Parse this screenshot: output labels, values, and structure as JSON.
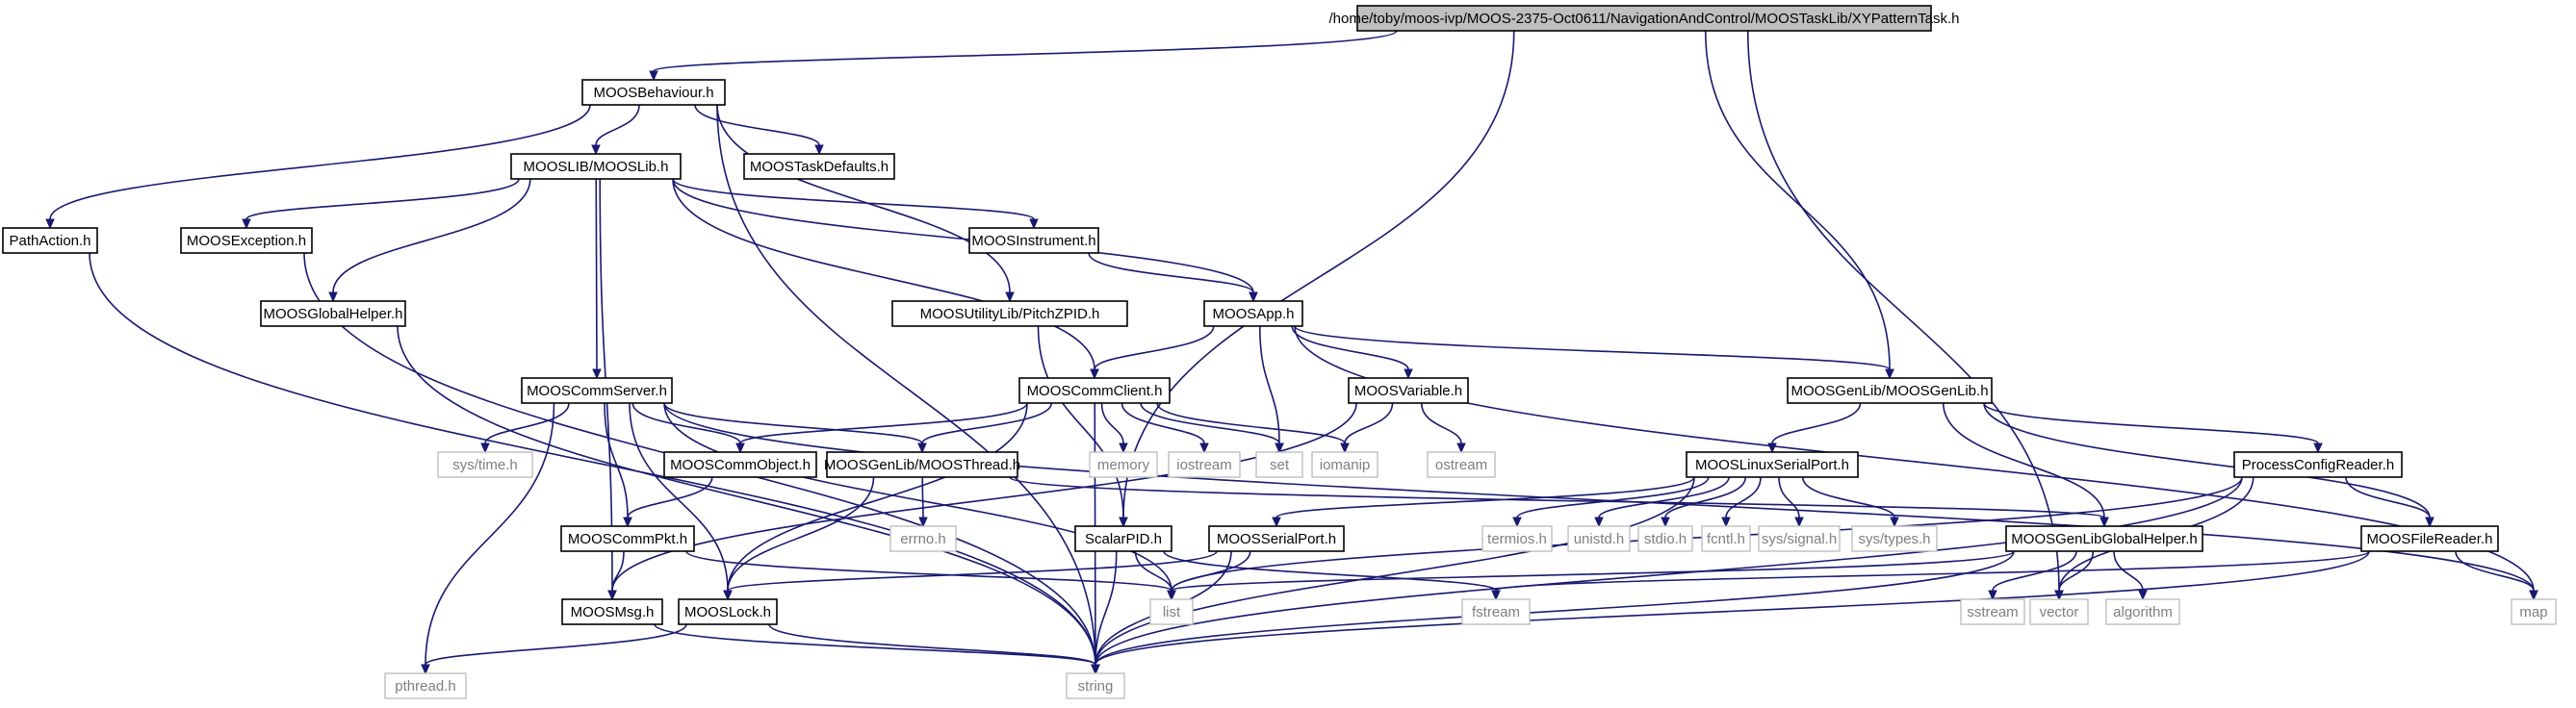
{
  "nodes": [
    {
      "id": "root",
      "label": "/home/toby/moos-ivp/MOOS-2375-Oct0611/NavigationAndControl/MOOSTaskLib/XYPatternTask.h",
      "kind": "root"
    },
    {
      "id": "MOOSBehaviour",
      "label": "MOOSBehaviour.h",
      "kind": "local"
    },
    {
      "id": "MOOSLib",
      "label": "MOOSLIB/MOOSLib.h",
      "kind": "local"
    },
    {
      "id": "MOOSTaskDefaults",
      "label": "MOOSTaskDefaults.h",
      "kind": "local"
    },
    {
      "id": "PathAction",
      "label": "PathAction.h",
      "kind": "local"
    },
    {
      "id": "MOOSException",
      "label": "MOOSException.h",
      "kind": "local"
    },
    {
      "id": "MOOSGlobalHelper",
      "label": "MOOSGlobalHelper.h",
      "kind": "local"
    },
    {
      "id": "MOOSInstrument",
      "label": "MOOSInstrument.h",
      "kind": "local"
    },
    {
      "id": "PitchZPID",
      "label": "MOOSUtilityLib/PitchZPID.h",
      "kind": "local"
    },
    {
      "id": "MOOSApp",
      "label": "MOOSApp.h",
      "kind": "local"
    },
    {
      "id": "MOOSCommServer",
      "label": "MOOSCommServer.h",
      "kind": "local"
    },
    {
      "id": "MOOSCommClient",
      "label": "MOOSCommClient.h",
      "kind": "local"
    },
    {
      "id": "MOOSVariable",
      "label": "MOOSVariable.h",
      "kind": "local"
    },
    {
      "id": "MOOSGenLib",
      "label": "MOOSGenLib/MOOSGenLib.h",
      "kind": "local"
    },
    {
      "id": "systime",
      "label": "sys/time.h",
      "kind": "system"
    },
    {
      "id": "MOOSCommObject",
      "label": "MOOSCommObject.h",
      "kind": "local"
    },
    {
      "id": "MOOSThread",
      "label": "MOOSGenLib/MOOSThread.h",
      "kind": "local"
    },
    {
      "id": "memory",
      "label": "memory",
      "kind": "system"
    },
    {
      "id": "iostream",
      "label": "iostream",
      "kind": "system"
    },
    {
      "id": "set",
      "label": "set",
      "kind": "system"
    },
    {
      "id": "iomanip",
      "label": "iomanip",
      "kind": "system"
    },
    {
      "id": "ostream",
      "label": "ostream",
      "kind": "system"
    },
    {
      "id": "MOOSLinuxSerialPort",
      "label": "MOOSLinuxSerialPort.h",
      "kind": "local"
    },
    {
      "id": "ProcessConfigReader",
      "label": "ProcessConfigReader.h",
      "kind": "local"
    },
    {
      "id": "MOOSCommPkt",
      "label": "MOOSCommPkt.h",
      "kind": "local"
    },
    {
      "id": "errno",
      "label": "errno.h",
      "kind": "system"
    },
    {
      "id": "ScalarPID",
      "label": "ScalarPID.h",
      "kind": "local"
    },
    {
      "id": "MOOSSerialPort",
      "label": "MOOSSerialPort.h",
      "kind": "local"
    },
    {
      "id": "termios",
      "label": "termios.h",
      "kind": "system"
    },
    {
      "id": "unistd",
      "label": "unistd.h",
      "kind": "system"
    },
    {
      "id": "stdio",
      "label": "stdio.h",
      "kind": "system"
    },
    {
      "id": "fcntl",
      "label": "fcntl.h",
      "kind": "system"
    },
    {
      "id": "syssignal",
      "label": "sys/signal.h",
      "kind": "system"
    },
    {
      "id": "systypes",
      "label": "sys/types.h",
      "kind": "system"
    },
    {
      "id": "MOOSGenLibGlobalHelper",
      "label": "MOOSGenLibGlobalHelper.h",
      "kind": "local"
    },
    {
      "id": "MOOSFileReader",
      "label": "MOOSFileReader.h",
      "kind": "local"
    },
    {
      "id": "MOOSMsg",
      "label": "MOOSMsg.h",
      "kind": "local"
    },
    {
      "id": "MOOSLock",
      "label": "MOOSLock.h",
      "kind": "local"
    },
    {
      "id": "list",
      "label": "list",
      "kind": "system"
    },
    {
      "id": "fstream",
      "label": "fstream",
      "kind": "system"
    },
    {
      "id": "vector",
      "label": "vector",
      "kind": "system"
    },
    {
      "id": "sstream",
      "label": "sstream",
      "kind": "system"
    },
    {
      "id": "algorithm",
      "label": "algorithm",
      "kind": "system"
    },
    {
      "id": "map",
      "label": "map",
      "kind": "system"
    },
    {
      "id": "pthread",
      "label": "pthread.h",
      "kind": "system"
    },
    {
      "id": "string",
      "label": "string",
      "kind": "system"
    }
  ],
  "edges": [
    [
      "root",
      "MOOSBehaviour"
    ],
    [
      "root",
      "MOOSGenLib"
    ],
    [
      "root",
      "ScalarPID"
    ],
    [
      "root",
      "vector"
    ],
    [
      "MOOSBehaviour",
      "MOOSLib"
    ],
    [
      "MOOSBehaviour",
      "MOOSTaskDefaults"
    ],
    [
      "MOOSBehaviour",
      "PathAction"
    ],
    [
      "MOOSBehaviour",
      "PitchZPID"
    ],
    [
      "MOOSBehaviour",
      "string"
    ],
    [
      "PathAction",
      "string"
    ],
    [
      "MOOSLib",
      "MOOSException"
    ],
    [
      "MOOSLib",
      "MOOSGlobalHelper"
    ],
    [
      "MOOSLib",
      "MOOSInstrument"
    ],
    [
      "MOOSLib",
      "MOOSApp"
    ],
    [
      "MOOSLib",
      "MOOSCommServer"
    ],
    [
      "MOOSLib",
      "MOOSCommClient"
    ],
    [
      "MOOSLib",
      "MOOSMsg"
    ],
    [
      "MOOSException",
      "string"
    ],
    [
      "MOOSGlobalHelper",
      "string"
    ],
    [
      "MOOSInstrument",
      "MOOSApp"
    ],
    [
      "PitchZPID",
      "ScalarPID"
    ],
    [
      "MOOSApp",
      "MOOSCommClient"
    ],
    [
      "MOOSApp",
      "MOOSVariable"
    ],
    [
      "MOOSApp",
      "MOOSGenLib"
    ],
    [
      "MOOSApp",
      "set"
    ],
    [
      "MOOSApp",
      "map"
    ],
    [
      "MOOSCommServer",
      "systime"
    ],
    [
      "MOOSCommServer",
      "MOOSCommObject"
    ],
    [
      "MOOSCommServer",
      "MOOSThread"
    ],
    [
      "MOOSCommServer",
      "MOOSCommPkt"
    ],
    [
      "MOOSCommServer",
      "MOOSLock"
    ],
    [
      "MOOSCommServer",
      "list"
    ],
    [
      "MOOSCommServer",
      "pthread"
    ],
    [
      "MOOSCommServer",
      "map"
    ],
    [
      "MOOSCommClient",
      "MOOSCommObject"
    ],
    [
      "MOOSCommClient",
      "MOOSThread"
    ],
    [
      "MOOSCommClient",
      "memory"
    ],
    [
      "MOOSCommClient",
      "iostream"
    ],
    [
      "MOOSCommClient",
      "set"
    ],
    [
      "MOOSCommClient",
      "iomanip"
    ],
    [
      "MOOSCommClient",
      "MOOSLock"
    ],
    [
      "MOOSCommClient",
      "string"
    ],
    [
      "MOOSVariable",
      "iomanip"
    ],
    [
      "MOOSVariable",
      "ostream"
    ],
    [
      "MOOSVariable",
      "MOOSMsg"
    ],
    [
      "MOOSGenLib",
      "MOOSLinuxSerialPort"
    ],
    [
      "MOOSGenLib",
      "ProcessConfigReader"
    ],
    [
      "MOOSGenLib",
      "MOOSGenLibGlobalHelper"
    ],
    [
      "MOOSGenLib",
      "MOOSFileReader"
    ],
    [
      "MOOSCommObject",
      "MOOSCommPkt"
    ],
    [
      "MOOSThread",
      "errno"
    ],
    [
      "MOOSThread",
      "MOOSLock"
    ],
    [
      "MOOSThread",
      "MOOSGenLibGlobalHelper"
    ],
    [
      "MOOSCommPkt",
      "MOOSMsg"
    ],
    [
      "MOOSCommPkt",
      "list"
    ],
    [
      "MOOSLinuxSerialPort",
      "MOOSSerialPort"
    ],
    [
      "MOOSLinuxSerialPort",
      "termios"
    ],
    [
      "MOOSLinuxSerialPort",
      "unistd"
    ],
    [
      "MOOSLinuxSerialPort",
      "stdio"
    ],
    [
      "MOOSLinuxSerialPort",
      "fcntl"
    ],
    [
      "MOOSLinuxSerialPort",
      "syssignal"
    ],
    [
      "MOOSLinuxSerialPort",
      "systypes"
    ],
    [
      "MOOSLinuxSerialPort",
      "string"
    ],
    [
      "ProcessConfigReader",
      "MOOSFileReader"
    ],
    [
      "ProcessConfigReader",
      "list"
    ],
    [
      "ProcessConfigReader",
      "vector"
    ],
    [
      "ProcessConfigReader",
      "string"
    ],
    [
      "ScalarPID",
      "list"
    ],
    [
      "ScalarPID",
      "fstream"
    ],
    [
      "ScalarPID",
      "string"
    ],
    [
      "MOOSSerialPort",
      "MOOSLock"
    ],
    [
      "MOOSSerialPort",
      "list"
    ],
    [
      "MOOSSerialPort",
      "string"
    ],
    [
      "MOOSGenLibGlobalHelper",
      "list"
    ],
    [
      "MOOSGenLibGlobalHelper",
      "sstream"
    ],
    [
      "MOOSGenLibGlobalHelper",
      "vector"
    ],
    [
      "MOOSGenLibGlobalHelper",
      "algorithm"
    ],
    [
      "MOOSGenLibGlobalHelper",
      "string"
    ],
    [
      "MOOSFileReader",
      "fstream"
    ],
    [
      "MOOSFileReader",
      "map"
    ],
    [
      "MOOSFileReader",
      "string"
    ],
    [
      "MOOSMsg",
      "string"
    ],
    [
      "MOOSLock",
      "pthread"
    ],
    [
      "MOOSLock",
      "string"
    ]
  ]
}
